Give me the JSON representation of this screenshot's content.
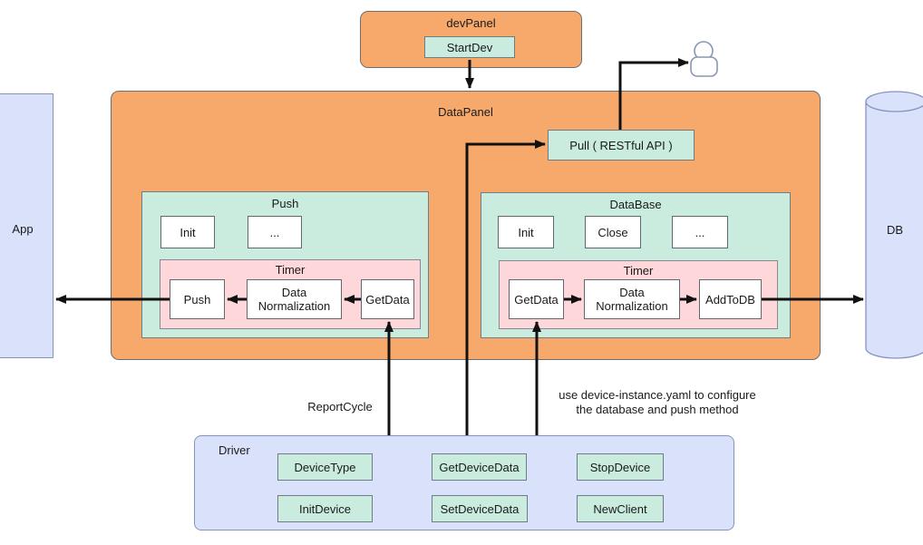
{
  "colors": {
    "panel_orange": "#F7A96C",
    "group_mint": "#C9ECDF",
    "timer_pink": "#FDD7DA",
    "entity_blue": "#D9E2FA",
    "arrow_black": "#111111"
  },
  "dev_panel": {
    "title": "devPanel",
    "start_button": "StartDev"
  },
  "data_panel": {
    "title": "DataPanel",
    "pull_label": "Pull ( RESTful API )",
    "push_group": {
      "title": "Push",
      "init_label": "Init",
      "more_label": "...",
      "timer": {
        "title": "Timer",
        "steps": [
          "Push",
          "Data Normalization",
          "GetData"
        ]
      }
    },
    "database_group": {
      "title": "DataBase",
      "init_label": "Init",
      "close_label": "Close",
      "more_label": "...",
      "timer": {
        "title": "Timer",
        "steps": [
          "GetData",
          "Data Normalization",
          "AddToDB"
        ]
      }
    }
  },
  "app": {
    "label": "App"
  },
  "db": {
    "label": "DB"
  },
  "driver": {
    "title": "Driver",
    "buttons": [
      "DeviceType",
      "GetDeviceData",
      "StopDevice",
      "InitDevice",
      "SetDeviceData",
      "NewClient"
    ]
  },
  "annotations": {
    "report_cycle": "ReportCycle",
    "config_note_line1": "use device-instance.yaml to configure",
    "config_note_line2": "the database and push method"
  }
}
